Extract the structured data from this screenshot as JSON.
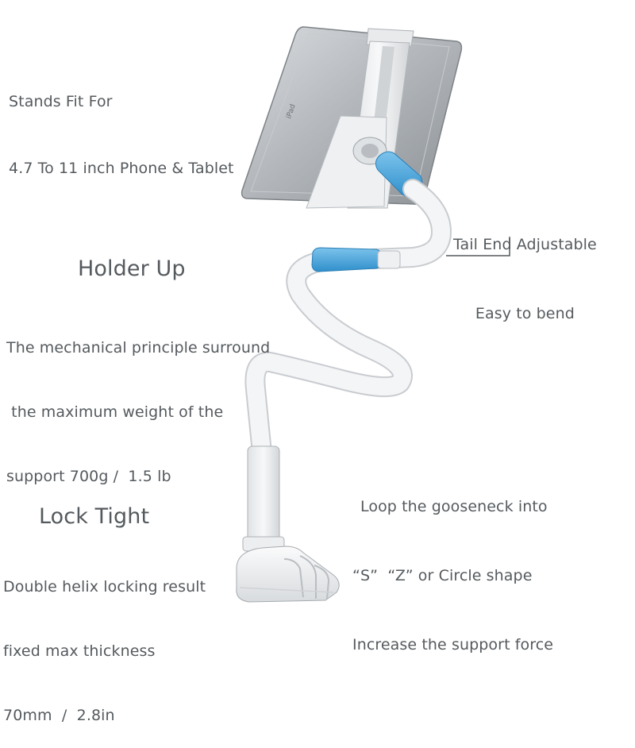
{
  "stands_fit": {
    "lines": [
      "Stands Fit For",
      "4.7 To 11 inch Phone & Tablet"
    ]
  },
  "tail_end": {
    "lines": [
      "Tail End Adjustable",
      "Easy to bend"
    ]
  },
  "holder_up": {
    "heading": "Holder Up",
    "lines": [
      "The mechanical principle surround",
      " the maximum weight of the",
      "support 700g /  1.5 lb"
    ]
  },
  "gooseneck": {
    "lines": [
      "Loop the gooseneck into",
      "“S”  “Z” or Circle shape",
      "Increase the support force"
    ]
  },
  "lock_tight": {
    "heading": "Lock Tight",
    "lines": [
      "Double helix locking result",
      "fixed max thickness",
      "70mm  /  2.8in"
    ]
  },
  "tablet_logo": "iPad",
  "colors": {
    "text": "#555a5e",
    "accent_blue": "#4aa6dc",
    "stand_white": "#f2f3f4",
    "tablet_gray": "#a9adb1"
  }
}
